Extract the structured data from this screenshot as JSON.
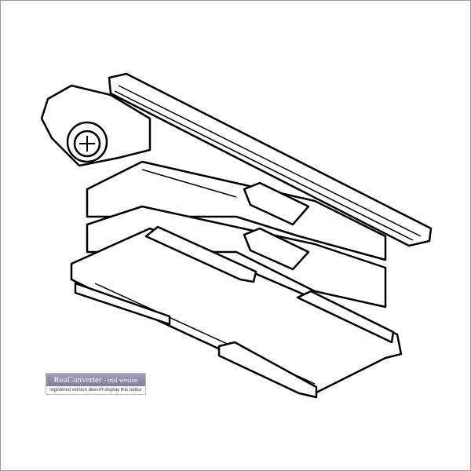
{
  "drawing": {
    "subject": "track-adapter-line-drawing",
    "stroke_color": "#000000"
  },
  "watermark": {
    "title": "ReaConverter",
    "subtitle": "- trial version",
    "note": "registered version doesn't display this notice"
  }
}
